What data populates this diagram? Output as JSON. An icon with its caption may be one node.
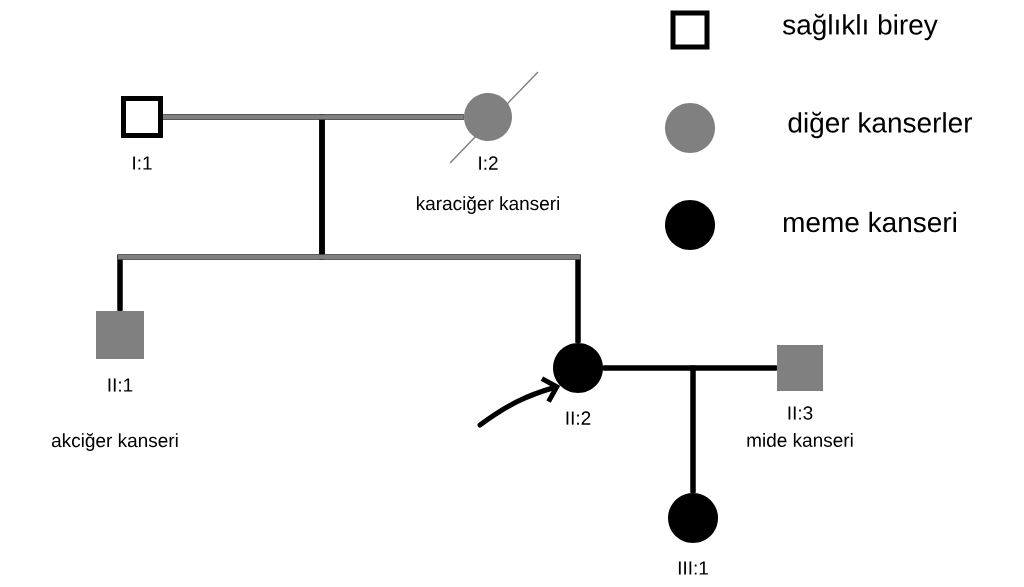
{
  "diagram": {
    "nodes": [
      {
        "text": [],
        "shape": "box",
        "beside": [
          "I:1"
        ]
      },
      {
        "text": [],
        "shape": "circle",
        "beside": [
          "I:2",
          "karaciğer kanseri"
        ]
      },
      {
        "text": [],
        "shape": "box",
        "beside": [
          "II:1",
          "akciğer kanseri"
        ]
      },
      {
        "text": [],
        "shape": "circle",
        "beside": [
          "II:2"
        ]
      },
      {
        "text": [],
        "shape": "box",
        "beside": [
          "II:3",
          "mide kanseri"
        ]
      },
      {
        "text": [],
        "shape": "circle",
        "beside": [
          "III:1"
        ]
      }
    ],
    "edges": [
      {
        "from": 0,
        "to": 1,
        "arrow": "none",
        "color": "#808080"
      },
      {
        "from": 0,
        "to": 2,
        "arrow": "none"
      },
      {
        "from": 0,
        "to": 3,
        "arrow": "none"
      },
      {
        "from": 1,
        "to": 2,
        "arrow": "none"
      },
      {
        "from": 1,
        "to": 3,
        "arrow": "none"
      },
      {
        "from": 3,
        "to": 4,
        "arrow": "none"
      },
      {
        "from": 3,
        "to": 5,
        "arrow": "none"
      },
      {
        "from": 4,
        "to": 5,
        "arrow": "none"
      },
      {
        "from": null,
        "to": 3,
        "arrow": "to"
      }
    ],
    "legend": [
      {
        "text": "sağlıklı birey"
      },
      {
        "text": "diğer kanserler",
        "color": "#808080"
      },
      {
        "text": "meme kanseri",
        "color": "#000000"
      }
    ]
  }
}
